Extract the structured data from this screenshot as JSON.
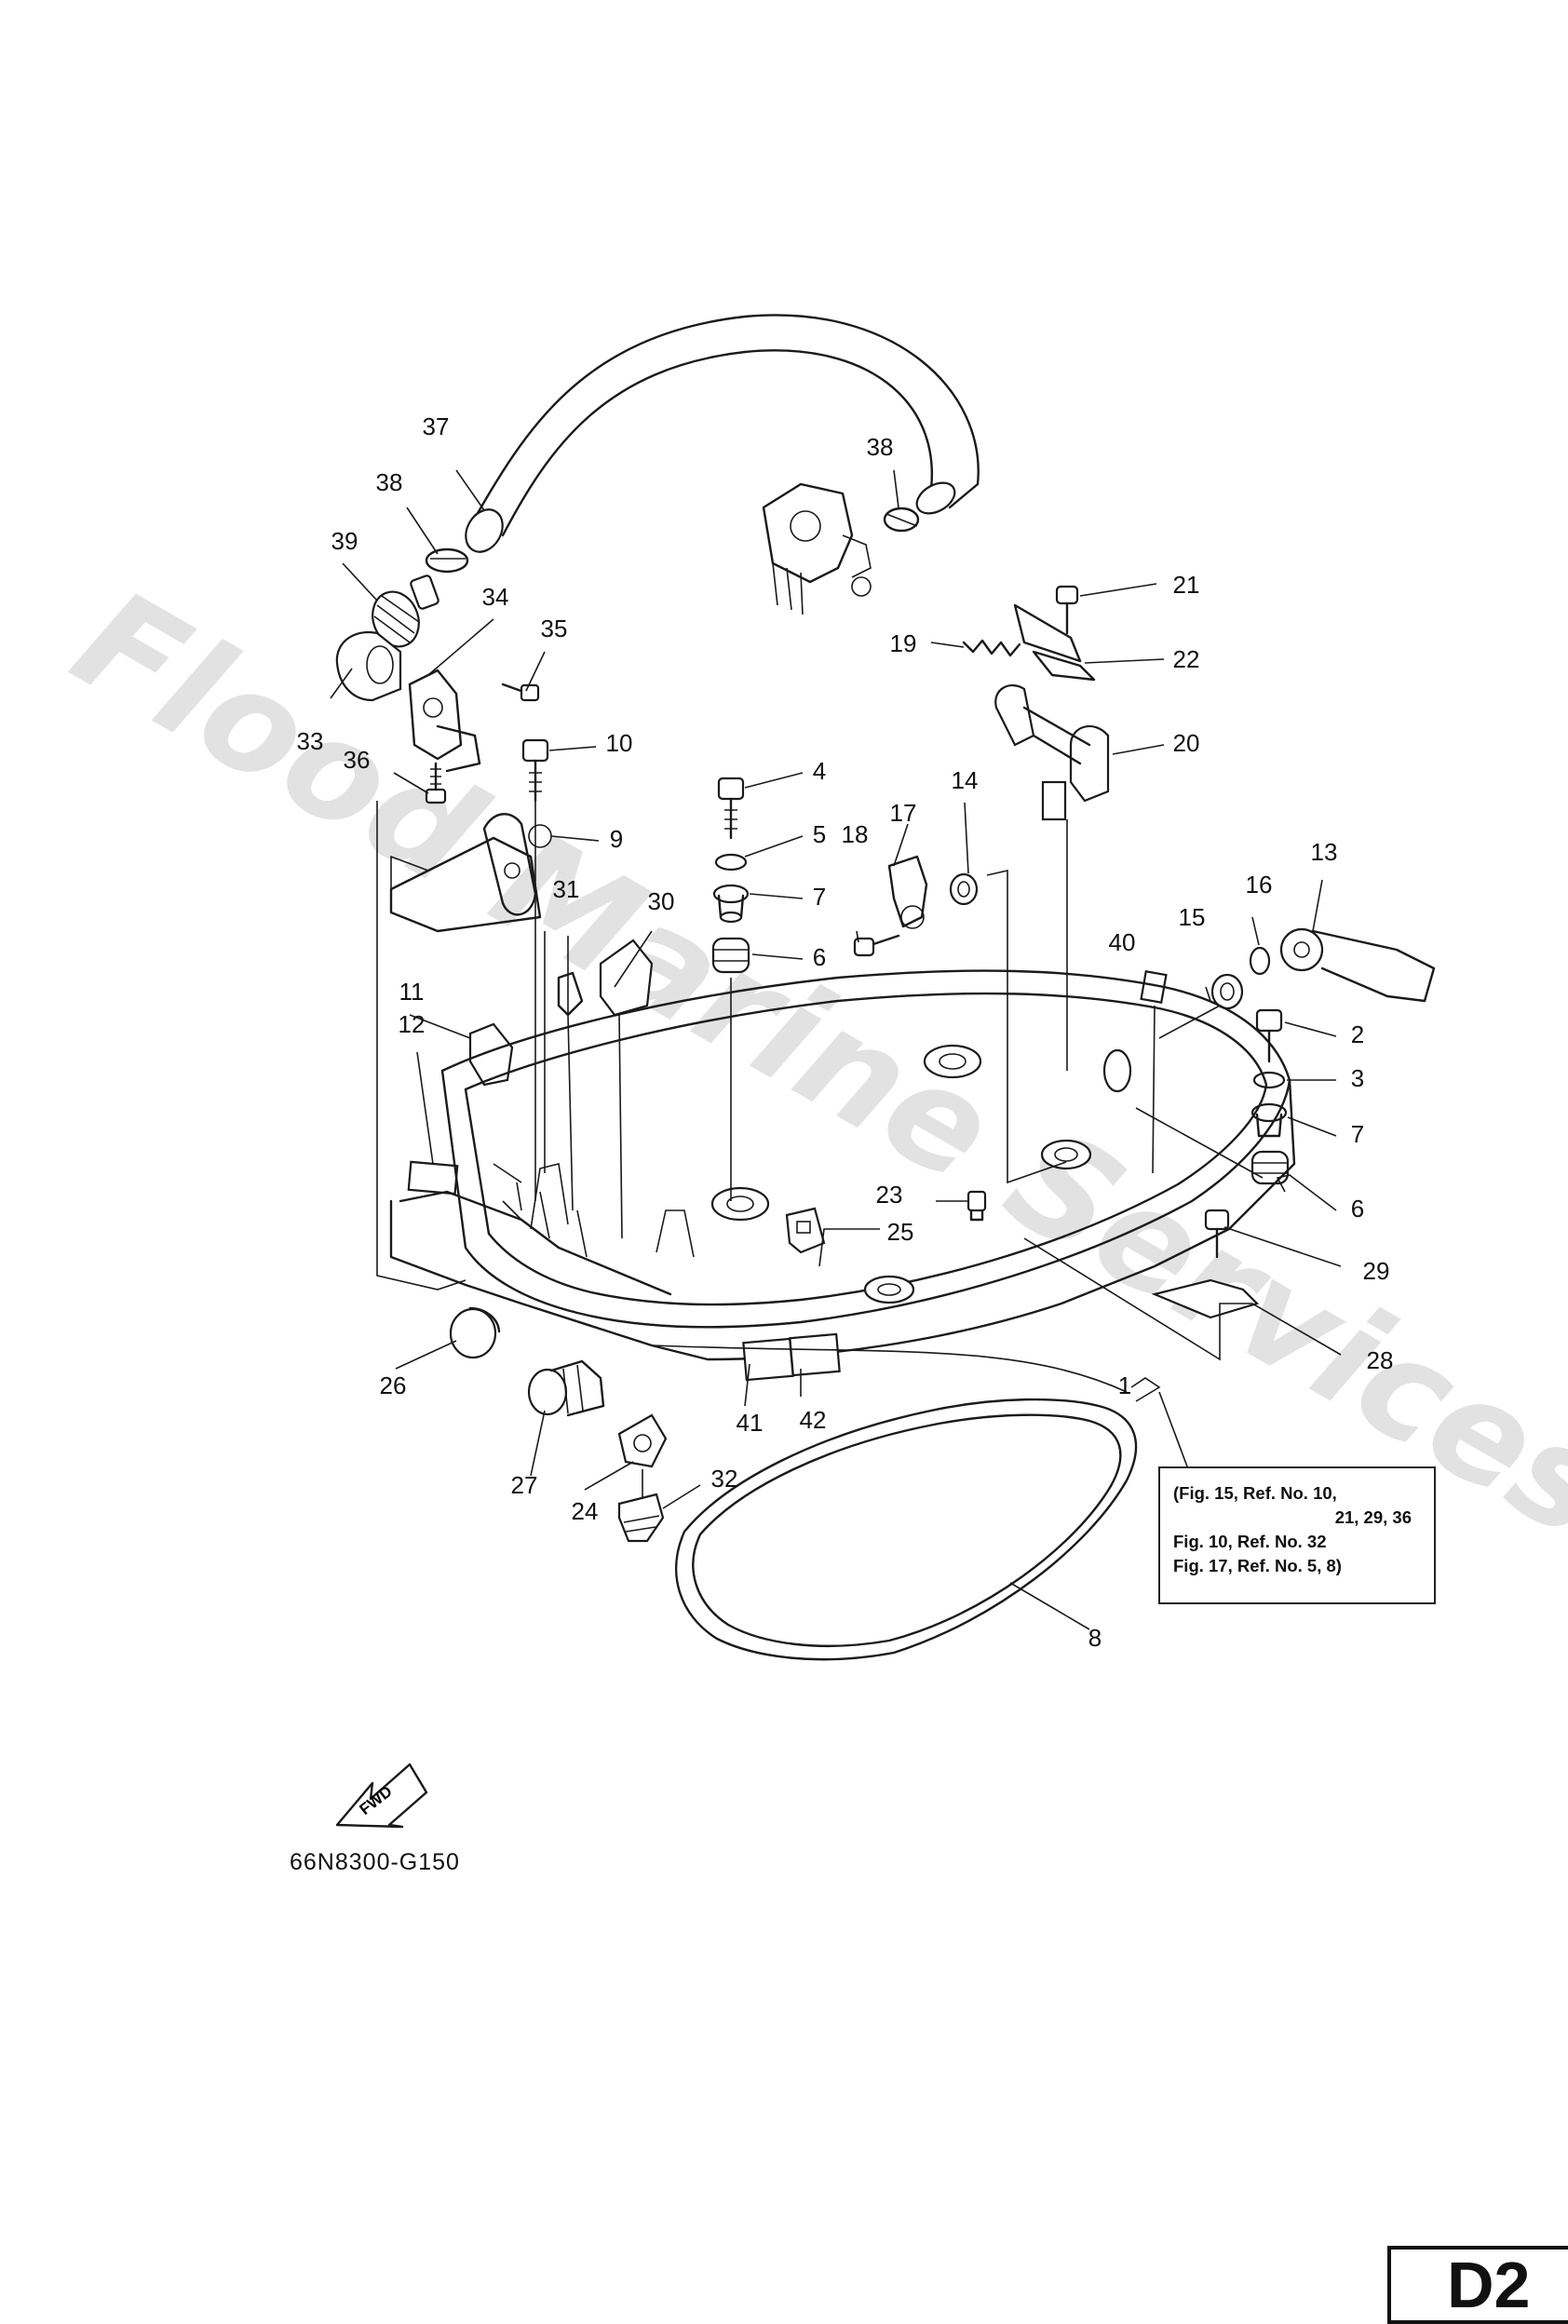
{
  "watermark": "Flood Marine Services",
  "callouts": [
    {
      "id": "c1",
      "text": "1"
    },
    {
      "id": "c2",
      "text": "2"
    },
    {
      "id": "c3",
      "text": "3"
    },
    {
      "id": "c4",
      "text": "4"
    },
    {
      "id": "c5",
      "text": "5"
    },
    {
      "id": "c6a",
      "text": "6"
    },
    {
      "id": "c6b",
      "text": "6"
    },
    {
      "id": "c7a",
      "text": "7"
    },
    {
      "id": "c7b",
      "text": "7"
    },
    {
      "id": "c8",
      "text": "8"
    },
    {
      "id": "c9",
      "text": "9"
    },
    {
      "id": "c10",
      "text": "10"
    },
    {
      "id": "c11",
      "text": "11"
    },
    {
      "id": "c12",
      "text": "12"
    },
    {
      "id": "c13",
      "text": "13"
    },
    {
      "id": "c14",
      "text": "14"
    },
    {
      "id": "c15",
      "text": "15"
    },
    {
      "id": "c16",
      "text": "16"
    },
    {
      "id": "c17",
      "text": "17"
    },
    {
      "id": "c18",
      "text": "18"
    },
    {
      "id": "c19",
      "text": "19"
    },
    {
      "id": "c20",
      "text": "20"
    },
    {
      "id": "c21",
      "text": "21"
    },
    {
      "id": "c22",
      "text": "22"
    },
    {
      "id": "c23",
      "text": "23"
    },
    {
      "id": "c24",
      "text": "24"
    },
    {
      "id": "c25",
      "text": "25"
    },
    {
      "id": "c26",
      "text": "26"
    },
    {
      "id": "c27",
      "text": "27"
    },
    {
      "id": "c28",
      "text": "28"
    },
    {
      "id": "c29",
      "text": "29"
    },
    {
      "id": "c30",
      "text": "30"
    },
    {
      "id": "c31",
      "text": "31"
    },
    {
      "id": "c32",
      "text": "32"
    },
    {
      "id": "c33",
      "text": "33"
    },
    {
      "id": "c34",
      "text": "34"
    },
    {
      "id": "c35",
      "text": "35"
    },
    {
      "id": "c36",
      "text": "36"
    },
    {
      "id": "c37",
      "text": "37"
    },
    {
      "id": "c38a",
      "text": "38"
    },
    {
      "id": "c38b",
      "text": "38"
    },
    {
      "id": "c39",
      "text": "39"
    },
    {
      "id": "c40",
      "text": "40"
    },
    {
      "id": "c41",
      "text": "41"
    },
    {
      "id": "c42",
      "text": "42"
    }
  ],
  "reference_note": {
    "line1": "(Fig. 15, Ref. No. 10,",
    "line2": "21, 29, 36",
    "line3": "Fig. 10, Ref. No. 32",
    "line4": "Fig. 17, Ref. No. 5, 8)"
  },
  "fwd_label": "FWD",
  "diagram_code": "66N8300-G150",
  "page_code": "D2"
}
